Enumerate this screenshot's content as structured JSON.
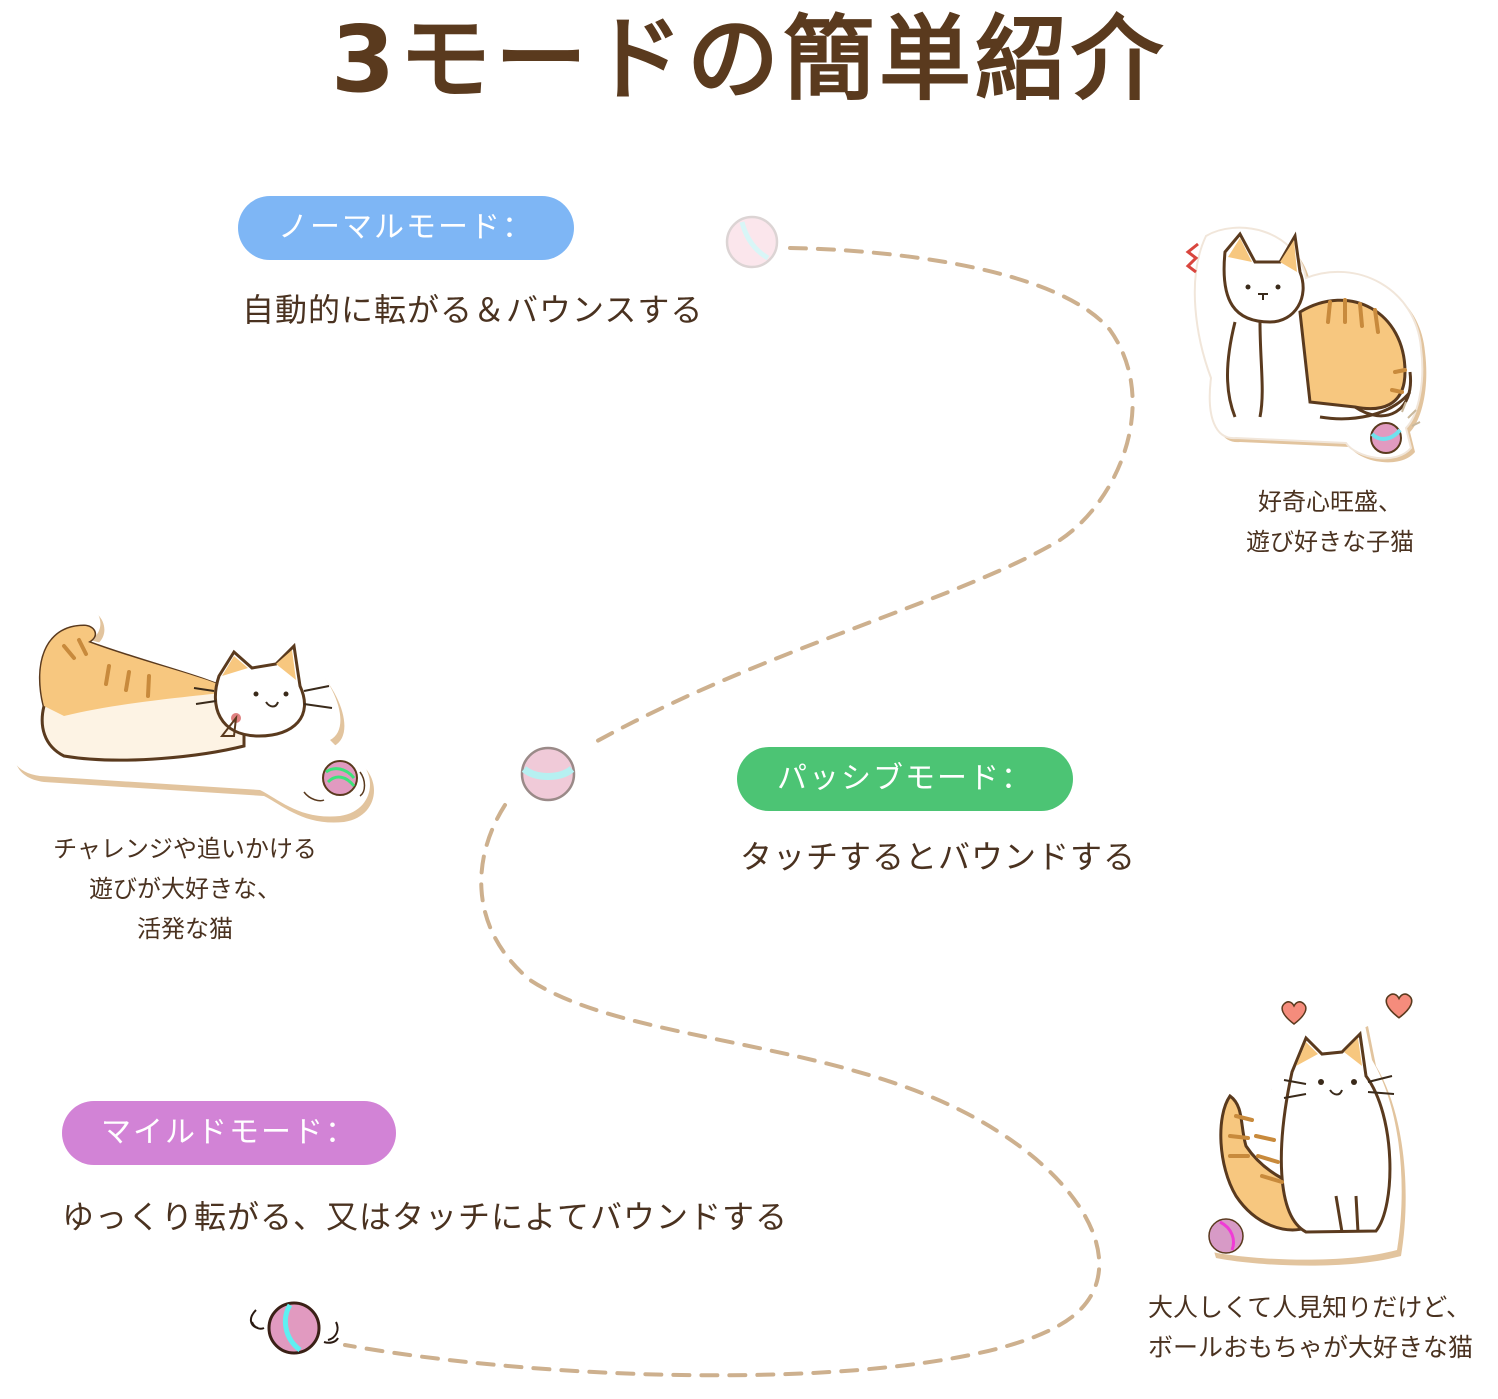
{
  "title": "3モードの簡単紹介",
  "colors": {
    "title": "#5a3a1e",
    "text": "#4a3220",
    "path": "#cdb08e",
    "normal_mode": "#7eb6f5",
    "passive_mode": "#4cc474",
    "mild_mode": "#d283d6",
    "cat_orange": "#f7c77f",
    "cat_stripe": "#c88a3c",
    "sticker_shadow": "#e2c49e"
  },
  "modes": [
    {
      "label": "ノーマルモード：",
      "description": "自動的に転がる＆バウンスする",
      "color": "#7eb6f5"
    },
    {
      "label": "パッシブモード：",
      "description": "タッチするとバウンドする",
      "color": "#4cc474"
    },
    {
      "label": "マイルドモード：",
      "description": "ゆっくり転がる、又はタッチによてバウンドする",
      "color": "#d283d6"
    }
  ],
  "cats": [
    {
      "name": "curious-kitten",
      "caption": "好奇心旺盛、\n遊び好きな子猫"
    },
    {
      "name": "active-cat",
      "caption": "チャレンジや追いかける\n遊びが大好きな、\n活発な猫"
    },
    {
      "name": "shy-cat",
      "caption": "大人しくて人見知りだけど、\nボールおもちゃが大好きな猫"
    }
  ]
}
